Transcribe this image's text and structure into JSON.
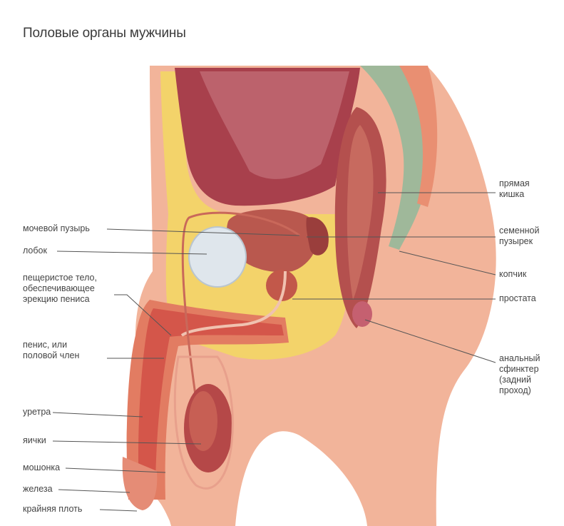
{
  "title": "Половые органы мужчины",
  "labels_left": [
    {
      "id": "bladder",
      "text": "мочевой пузырь"
    },
    {
      "id": "pubis",
      "text": "лобок"
    },
    {
      "id": "cavernous",
      "lines": [
        "пещеристое тело,",
        "обеспечивающее",
        "эрекцию пениса"
      ]
    },
    {
      "id": "penis",
      "lines": [
        "пенис, или",
        "половой член"
      ]
    },
    {
      "id": "urethra",
      "text": "уретра"
    },
    {
      "id": "testes",
      "text": "яички"
    },
    {
      "id": "scrotum",
      "text": "мошонка"
    },
    {
      "id": "gland",
      "text": "железа"
    },
    {
      "id": "foreskin",
      "text": "крайняя плоть"
    }
  ],
  "labels_right": [
    {
      "id": "rectum",
      "lines": [
        "прямая",
        "кишка"
      ]
    },
    {
      "id": "seminal",
      "lines": [
        "семенной",
        "пузырек"
      ]
    },
    {
      "id": "coccyx",
      "text": "копчик"
    },
    {
      "id": "prostate",
      "text": "простата"
    },
    {
      "id": "anal",
      "lines": [
        "анальный",
        "сфинктер",
        "(задний",
        "проход)"
      ]
    }
  ],
  "colors": {
    "skin": "#f2b49a",
    "skin_dark": "#e08c74",
    "fat": "#f3d36a",
    "organ": "#b4504e",
    "organ_dark": "#8e3236",
    "bone": "#dfe6ec",
    "spine": "#9fb89a",
    "leader": "#555555"
  }
}
